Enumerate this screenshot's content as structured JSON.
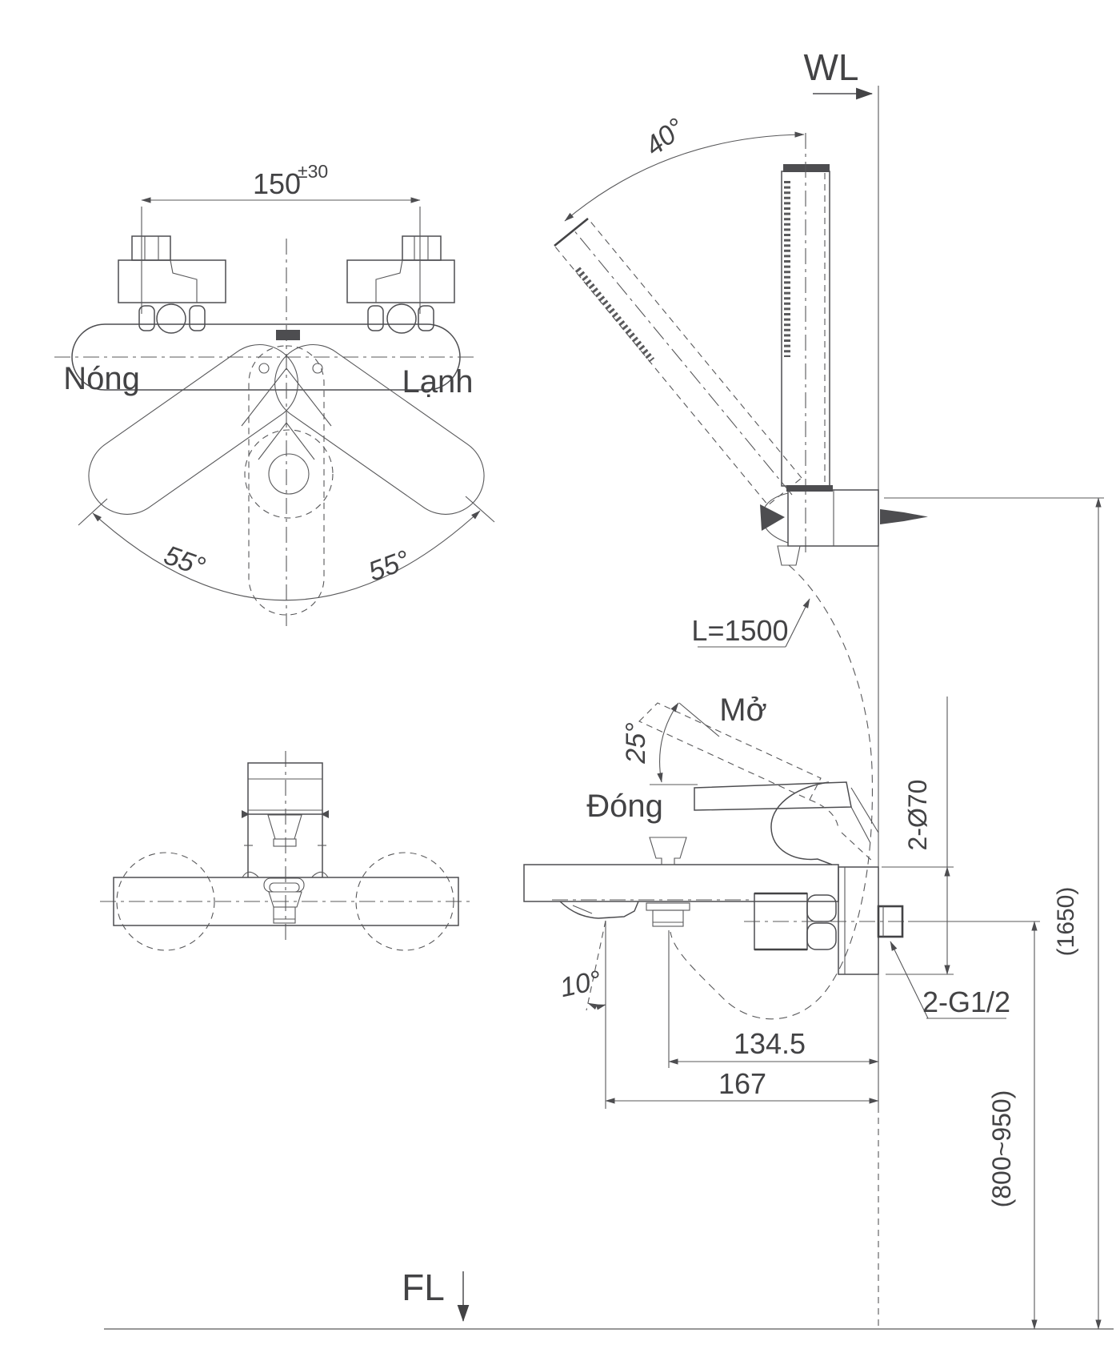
{
  "drawing_title": "Wall-mounted bath and shower mixer installation drawing",
  "colors": {
    "ink": "#4d4d50",
    "line": "#58585a",
    "floor": "#8a8a8a"
  },
  "reference": {
    "wall_line": "WL",
    "floor_line": "FL"
  },
  "top_view": {
    "hot": "Nóng",
    "cold": "Lạnh",
    "inlet_spacing": "150",
    "inlet_spacing_tol": "±30",
    "swing_left": "55°",
    "swing_right": "55°"
  },
  "shower": {
    "swing_angle": "40°",
    "hose_length": "L=1500"
  },
  "side_view": {
    "open": "Mở",
    "close": "Đóng",
    "open_angle": "25°",
    "spout_angle": "10°",
    "escutcheon": "2-Ø70",
    "thread": "2-G1/2",
    "outlet_to_wall": "134.5",
    "tip_to_wall": "167",
    "holder_height": "(1650)",
    "install_height": "(800~950)"
  }
}
